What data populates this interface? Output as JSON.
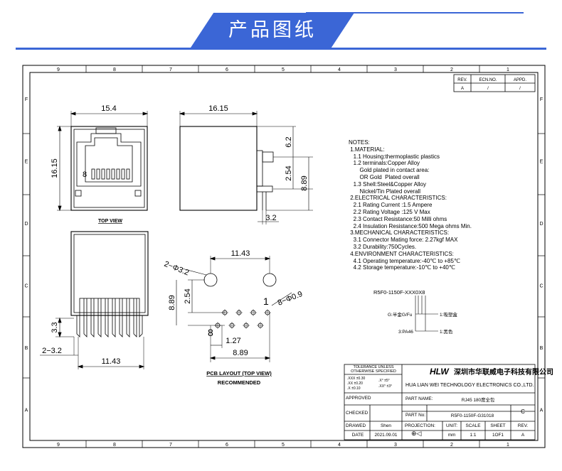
{
  "banner": {
    "title": "产品图纸",
    "accent": "#3b66d6"
  },
  "frame": {
    "col_labels": [
      "9",
      "8",
      "7",
      "6",
      "5",
      "4",
      "3",
      "2",
      "1"
    ],
    "row_labels": [
      "F",
      "E",
      "D",
      "C",
      "B",
      "A"
    ]
  },
  "revision": {
    "headers": [
      "REV.",
      "ECN.NO.",
      "APPD."
    ],
    "values": [
      "A",
      "/",
      "/"
    ]
  },
  "dims": {
    "top_width": "15.4",
    "top_height": "16.15",
    "pin_label": "8",
    "top_view": "TOP VIEW",
    "side_width": "16.15",
    "side_6_2": "6.2",
    "side_2_54": "2.54",
    "side_8_89": "8.89",
    "side_3_2": "3.2",
    "front_3_3": "3.3",
    "front_2_3_2": "2−3.2",
    "front_11_43": "11.43",
    "pcb_11_43": "11.43",
    "pcb_hole_large": "2−Φ3.2",
    "pcb_2_54": "2.54",
    "pcb_8_89": "8.89",
    "pcb_hole_small": "8−Φ0.9",
    "pcb_pin1": "1",
    "pcb_pin8": "8",
    "pcb_1_27": "1.27",
    "pcb_8_89_h": "8.89",
    "pcb_layout": "PCB LAYOUT (TOP VIEW)",
    "recommended": "RECOMMENDED"
  },
  "notes": {
    "lines": [
      "NOTES:",
      " 1.MATERIAL:",
      "   1.1 Housing:thermoplastic plastics",
      "   1.2 terminals:Copper Alloy",
      "       Gold plated in contact area:",
      "       OR Gold  Plated overall",
      "   1.3 Shell:Steel&Copper Alloy",
      "       Nickel/Tin Plated overall",
      " 2.ELECTRICAL CHARACTERISTICS:",
      "   2.1 Rating Current :1.5 Ampere",
      "   2.2 Rating Voltage :125 V Max",
      "   2.3 Contact Resistance:50 Milli ohms",
      "   2.4 Insulation Resistance:500 Mega ohms Min.",
      " 3.MECHANICAL CHARACTERISTICS:",
      "   3.1 Connector Mating force: 2.27kgf MAX",
      "   3.2 Durability:750Cycles.",
      " 4.ENVIRONMENT CHARACTERISTICS:",
      "   4.1 Operating temperature:-40℃ to +85℃",
      "   4.2 Storage temperature:-10℃ to +40℃"
    ]
  },
  "part_code": {
    "code": "R5F0-1150F-XXX0X8",
    "gold": "G:半金G/Fu",
    "shield": "1:吸塑盒",
    "material": "3:PA46",
    "color": "1:黑色"
  },
  "title_block": {
    "tolerance_title": "TOLERANCE UNLESS\nOTHERWISE SPECIFIED",
    "tol_1": ".XXX ±0.30",
    "tol_2": ".XX  ±0.20",
    "tol_3": ".X   ±0.10",
    "tol_4": ".X°  ±5°",
    "tol_5": ".XX° ±3°",
    "company_logo": "HLW",
    "company_cn": "深圳市华联威电子科技有限公司",
    "company_en": "HUA LIAN WEI TECHNOLOGY ELECTRONICS CO.,LTD.",
    "approved_label": "APPROVED",
    "checked_label": "CHECKED",
    "drawed_label": "DRAWED",
    "drawed_value": "Shen",
    "date_label": "DATE",
    "date_value": "2021.09.01",
    "part_name_label": "PART NAME:",
    "part_name_value": "RJ45 180度全包",
    "part_no_label": "PART No:",
    "part_no_value": "R5F0-1150F-G31018",
    "rev_value": "C",
    "projection_label": "PROJECTION:",
    "unit_label": "UNIT:",
    "unit_value": "mm",
    "scale_label": "SCALE",
    "scale_value": "1:1",
    "sheet_label": "SHEET",
    "sheet_value": "1OF1",
    "rev_label": "REV.",
    "rev_sheet_value": "A"
  }
}
